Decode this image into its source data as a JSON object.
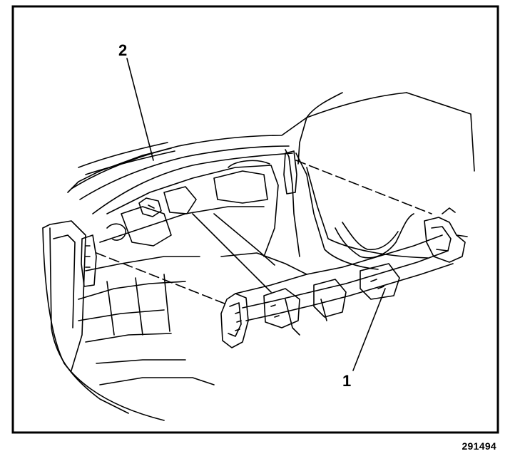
{
  "figure": {
    "callouts": [
      {
        "id": "1",
        "label": "1"
      },
      {
        "id": "2",
        "label": "2"
      }
    ],
    "figure_number": "291494"
  }
}
